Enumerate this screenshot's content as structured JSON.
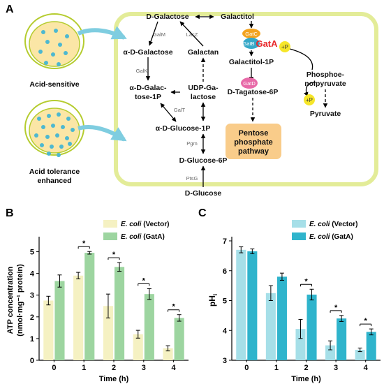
{
  "panels": {
    "a": "A",
    "b": "B",
    "c": "C"
  },
  "colors": {
    "cell_border": "#e3ec98",
    "dish_fill": "#fbe6a6",
    "dish_border": "#b5cc2f",
    "arrow_blue": "#7fcde0",
    "bacteria": "#4db8d0",
    "ppp_box": "#f9cc8a",
    "vector_green": "#f5f1c2",
    "gata_green": "#9dd5a0",
    "vector_blue": "#a6dfe8",
    "gata_blue": "#2fb4cc",
    "gatc": "#f3a31f",
    "gatb": "#36a8c8",
    "gata_label": "#e8262a",
    "gatd": "#e86aa8",
    "phos": "#f6e629"
  },
  "dishes": [
    {
      "label": "Acid-sensitive"
    },
    {
      "label": "Acid tolerance enhanced"
    }
  ],
  "pathway": {
    "d_galactose": "D-Galactose",
    "galactitol": "Galactitol",
    "galm": "GalM",
    "lacz": "LacZ",
    "alpha_d_galactose": "α-D-Galactose",
    "galactan": "Galactan",
    "galk": "GalK",
    "alpha_galac_1p_line1": "α-D-Galac-",
    "alpha_galac_1p_line2": "tose-1P",
    "udp_line1": "UDP-Ga-",
    "udp_line2": "lactose",
    "galt": "GalT",
    "alpha_d_glucose_1p": "α-D-Glucose-1P",
    "pgm": "Pgm",
    "d_glucose_6p": "D-Glucose-6P",
    "ptsg": "PtsG",
    "d_glucose": "D-Glucose",
    "gatc": "GatC",
    "gatb": "GatB",
    "gata": "GatA",
    "plus_p": "+P",
    "galactitol_1p": "Galactitol-1P",
    "gatd": "GatD",
    "d_tagatose_6p": "D-Tagatose-6P",
    "ppp_line1": "Pentose",
    "ppp_line2": "phosphate",
    "ppp_line3": "pathway",
    "pep_line1": "Phosphoe-",
    "pep_line2": "nolpyruvate",
    "pyruvate": "Pyruvate"
  },
  "chart_data": [
    {
      "type": "bar",
      "panel": "B",
      "categories": [
        "0",
        "1",
        "2",
        "3",
        "4"
      ],
      "xlabel": "Time (h)",
      "ylabel_line1": "ATP concentration",
      "ylabel_line2": "(nmol·mg⁻¹ protein)",
      "ylim": [
        0,
        5.5
      ],
      "yticks": [
        "0",
        "1",
        "2",
        "3",
        "4",
        "5"
      ],
      "series": [
        {
          "name": "E. coli (Vector)",
          "name_italic": "E. coli",
          "name_rest": " (Vector)",
          "values": [
            2.75,
            3.9,
            2.5,
            1.2,
            0.55
          ],
          "errors": [
            0.2,
            0.15,
            0.55,
            0.18,
            0.12
          ]
        },
        {
          "name": "E. coli (GatA)",
          "name_italic": "E. coli",
          "name_rest": " (GatA)",
          "values": [
            3.65,
            4.95,
            4.3,
            3.05,
            1.95
          ],
          "errors": [
            0.28,
            0.06,
            0.2,
            0.25,
            0.15
          ]
        }
      ],
      "significance": [
        {
          "category": "1",
          "label": "*"
        },
        {
          "category": "2",
          "label": "*"
        },
        {
          "category": "3",
          "label": "*"
        },
        {
          "category": "4",
          "label": "*"
        }
      ]
    },
    {
      "type": "bar",
      "panel": "C",
      "categories": [
        "0",
        "1",
        "2",
        "3",
        "4"
      ],
      "xlabel": "Time (h)",
      "ylabel": "pHi",
      "ylim": [
        3,
        7
      ],
      "yticks": [
        "3",
        "4",
        "5",
        "6",
        "7"
      ],
      "series": [
        {
          "name": "E. coli (Vector)",
          "name_italic": "E. coli",
          "name_rest": " (Vector)",
          "values": [
            6.7,
            5.25,
            4.05,
            3.5,
            3.35
          ],
          "errors": [
            0.1,
            0.25,
            0.32,
            0.15,
            0.06
          ]
        },
        {
          "name": "E. coli (GatA)",
          "name_italic": "E. coli",
          "name_rest": " (GatA)",
          "values": [
            6.65,
            5.8,
            5.2,
            4.4,
            3.95
          ],
          "errors": [
            0.08,
            0.12,
            0.18,
            0.1,
            0.1
          ]
        }
      ],
      "significance": [
        {
          "category": "2",
          "label": "*"
        },
        {
          "category": "3",
          "label": "*"
        },
        {
          "category": "4",
          "label": "*"
        }
      ]
    }
  ]
}
